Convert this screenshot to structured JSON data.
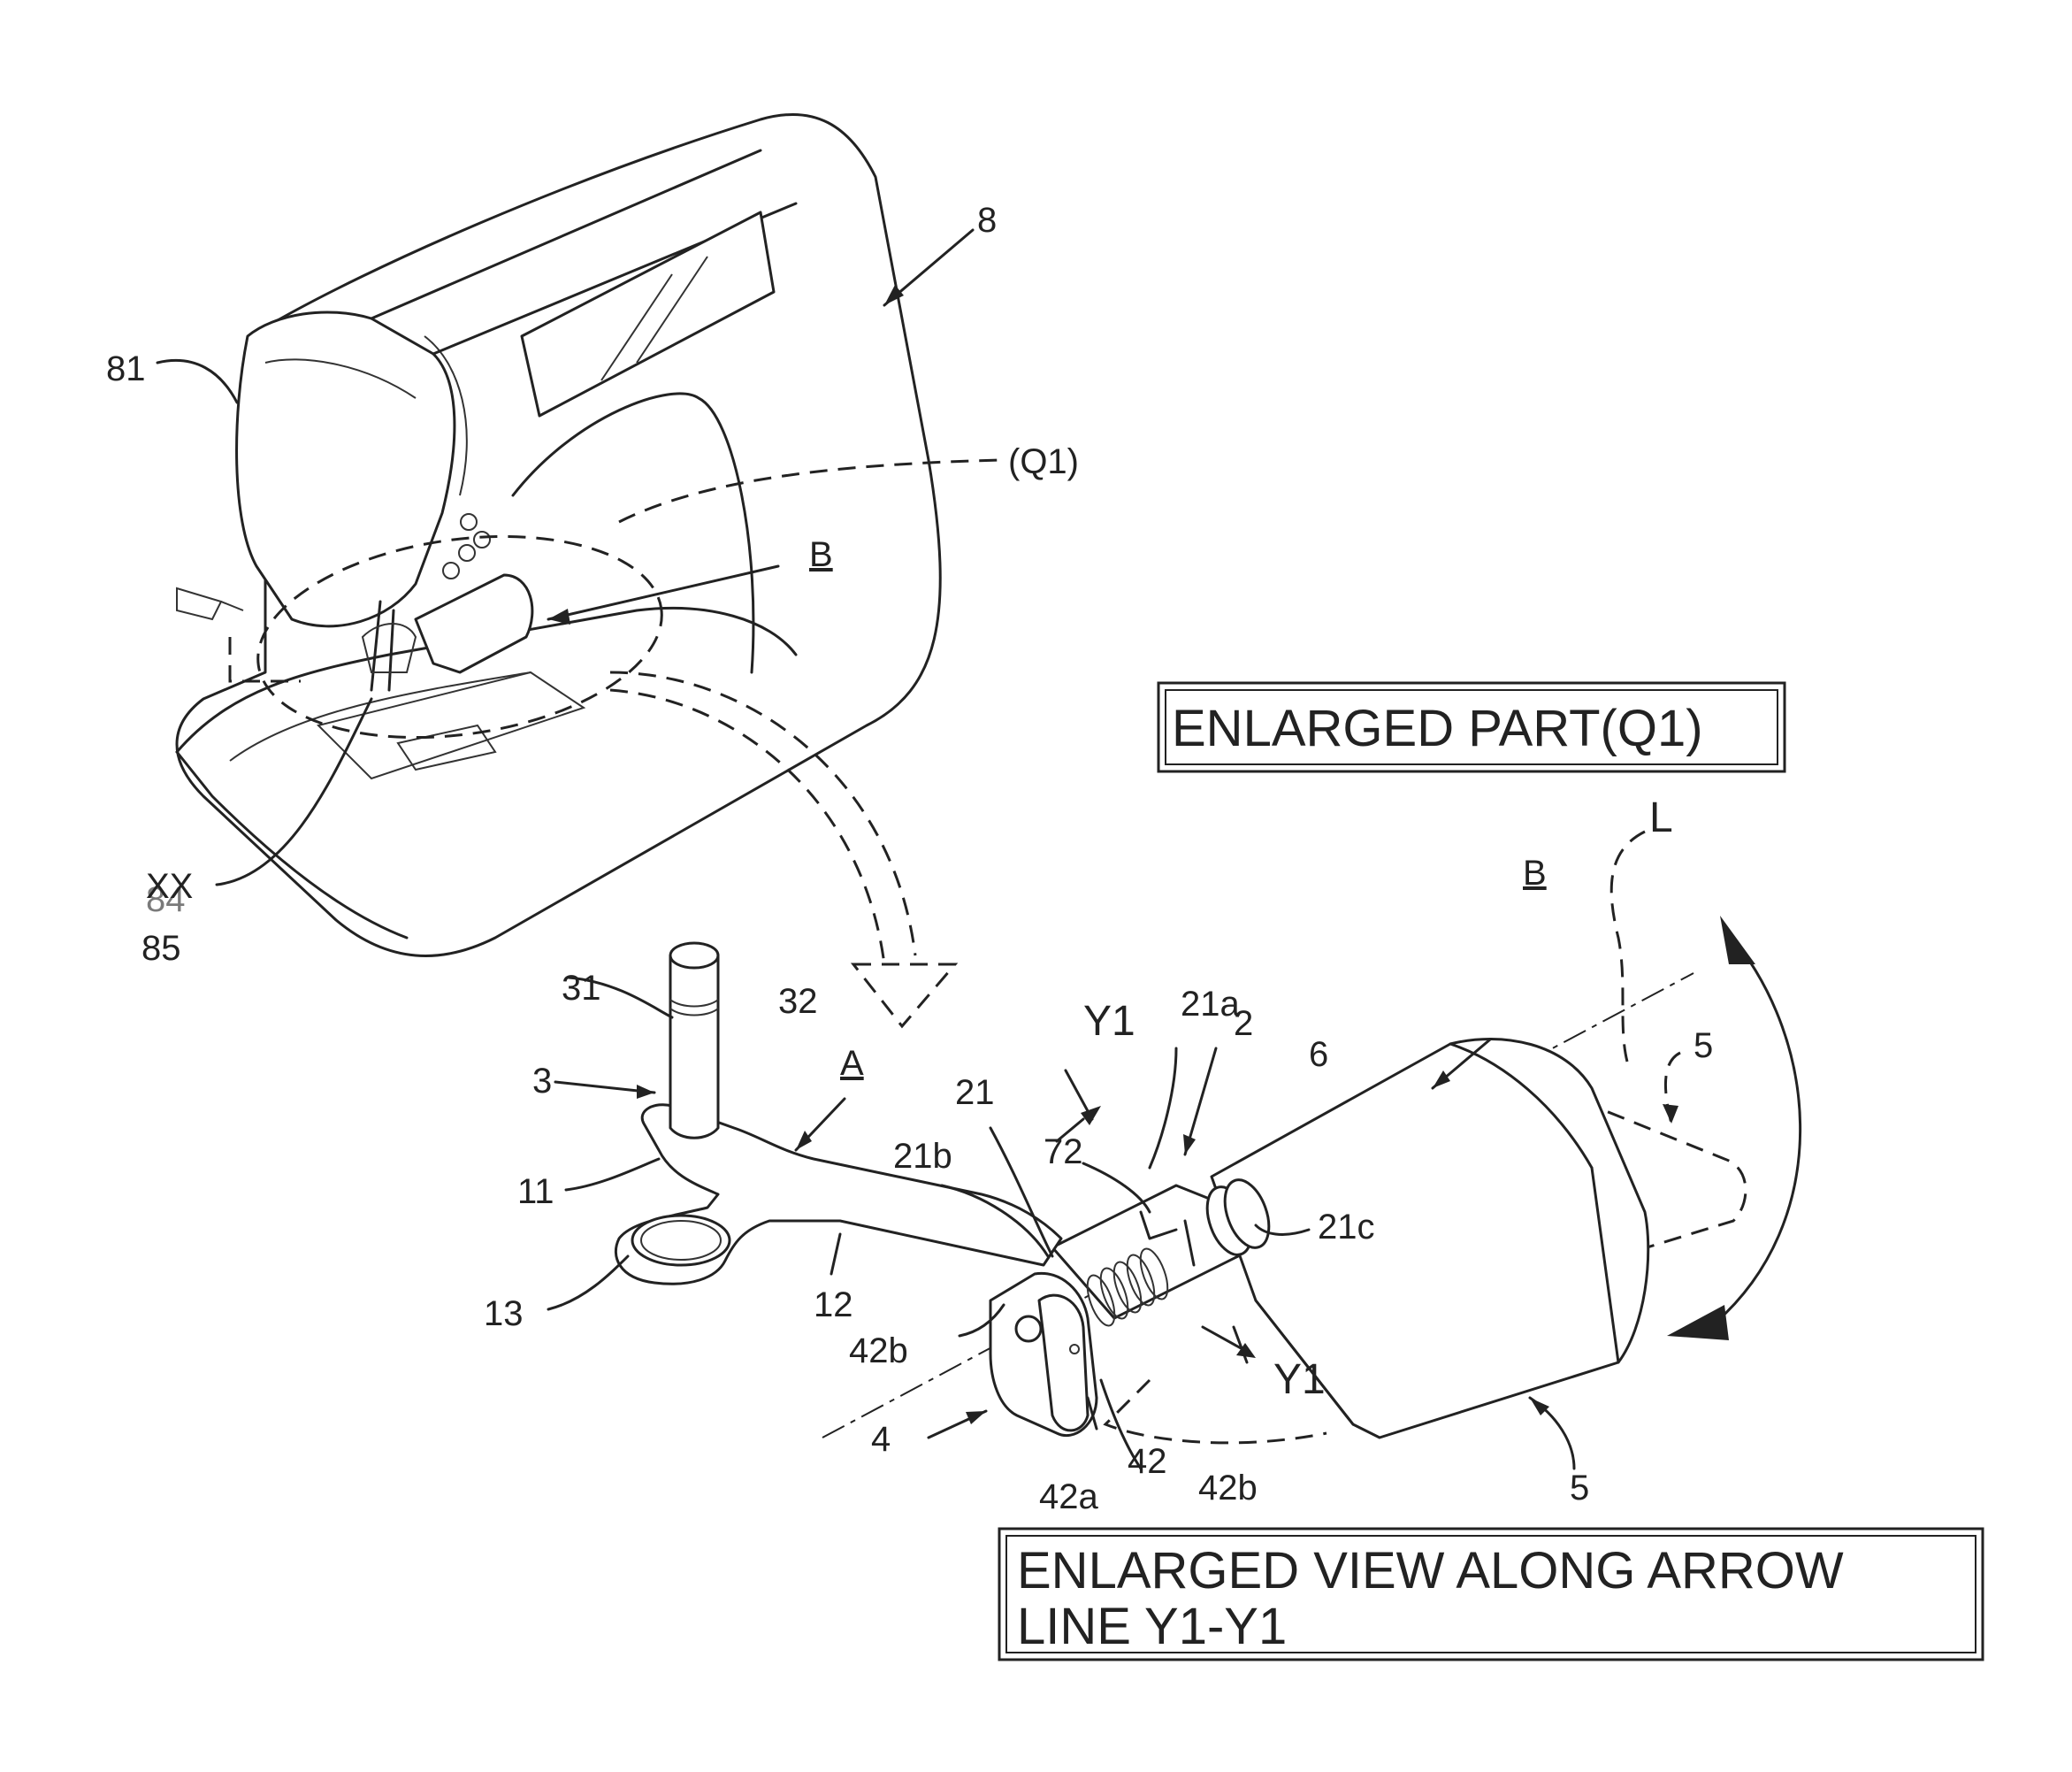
{
  "labels": {
    "l8": "8",
    "l81": "81",
    "q1": "(Q1)",
    "b_top": "B",
    "xx": "XX",
    "l84": "84",
    "l85": "85",
    "l31": "31",
    "l32": "32",
    "l3": "3",
    "a": "A",
    "l11": "11",
    "l13": "13",
    "l12": "12",
    "y1_top": "Y1",
    "l21a": "21a",
    "l2": "2",
    "l6": "6",
    "l21": "21",
    "l21b": "21b",
    "l72": "72",
    "l21c": "21c",
    "l42b_left": "42b",
    "y1_bottom": "Y1",
    "l4": "4",
    "l42": "42",
    "l42b_right": "42b",
    "l42a": "42a",
    "b_right": "B",
    "l_axis": "L",
    "l5_top": "5",
    "l5_bottom": "5"
  },
  "boxes": {
    "enlarged_part": "ENLARGED PART(Q1)",
    "enlarged_view_line1": "ENLARGED VIEW ALONG ARROW",
    "enlarged_view_line2": "LINE Y1-Y1"
  }
}
